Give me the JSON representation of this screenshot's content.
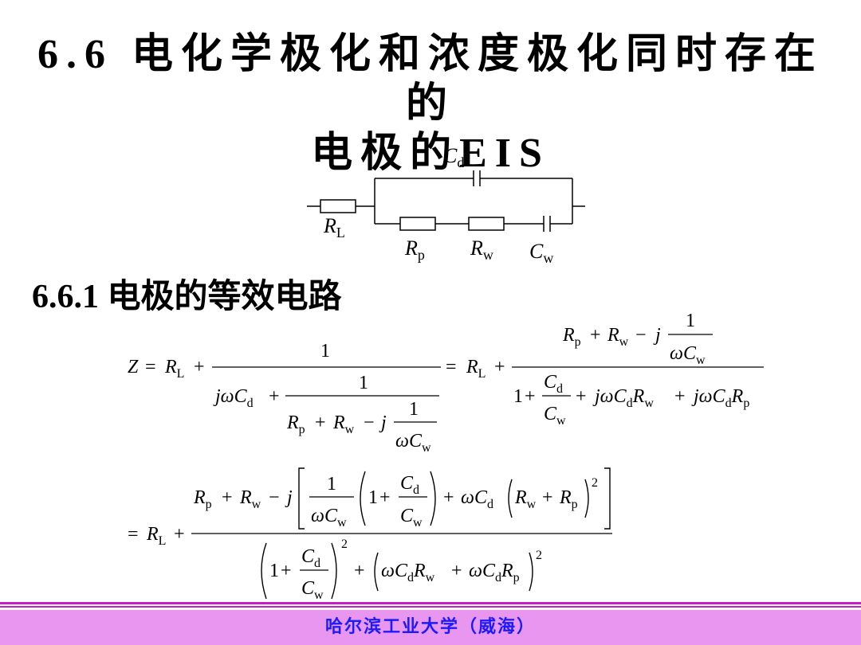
{
  "slide": {
    "title_line1": "6.6 电化学极化和浓度极化同时存在的",
    "title_line2": "电极的EIS",
    "subheading": "6.6.1 电极的等效电路"
  },
  "circuit": {
    "cd_label": "C",
    "cd_sub": "d",
    "rl_label": "R",
    "rl_sub": "L",
    "rp_label": "R",
    "rp_sub": "p",
    "rw_label": "R",
    "rw_sub": "w",
    "cw_label": "C",
    "cw_sub": "w"
  },
  "equation": {
    "z": "Z",
    "eq": "=",
    "plus": "+",
    "minus": "−",
    "one": "1",
    "r": "R",
    "c": "C",
    "j": "j",
    "omega": "ω",
    "two": "2",
    "sub_l": "L",
    "sub_d": "d",
    "sub_p": "p",
    "sub_w": "w"
  },
  "footer": {
    "text": "哈尔滨工业大学（威海）"
  },
  "colors": {
    "footer_bg": "#e896ef",
    "footer_line": "#c41fc8",
    "footer_text": "#1a1aff"
  }
}
